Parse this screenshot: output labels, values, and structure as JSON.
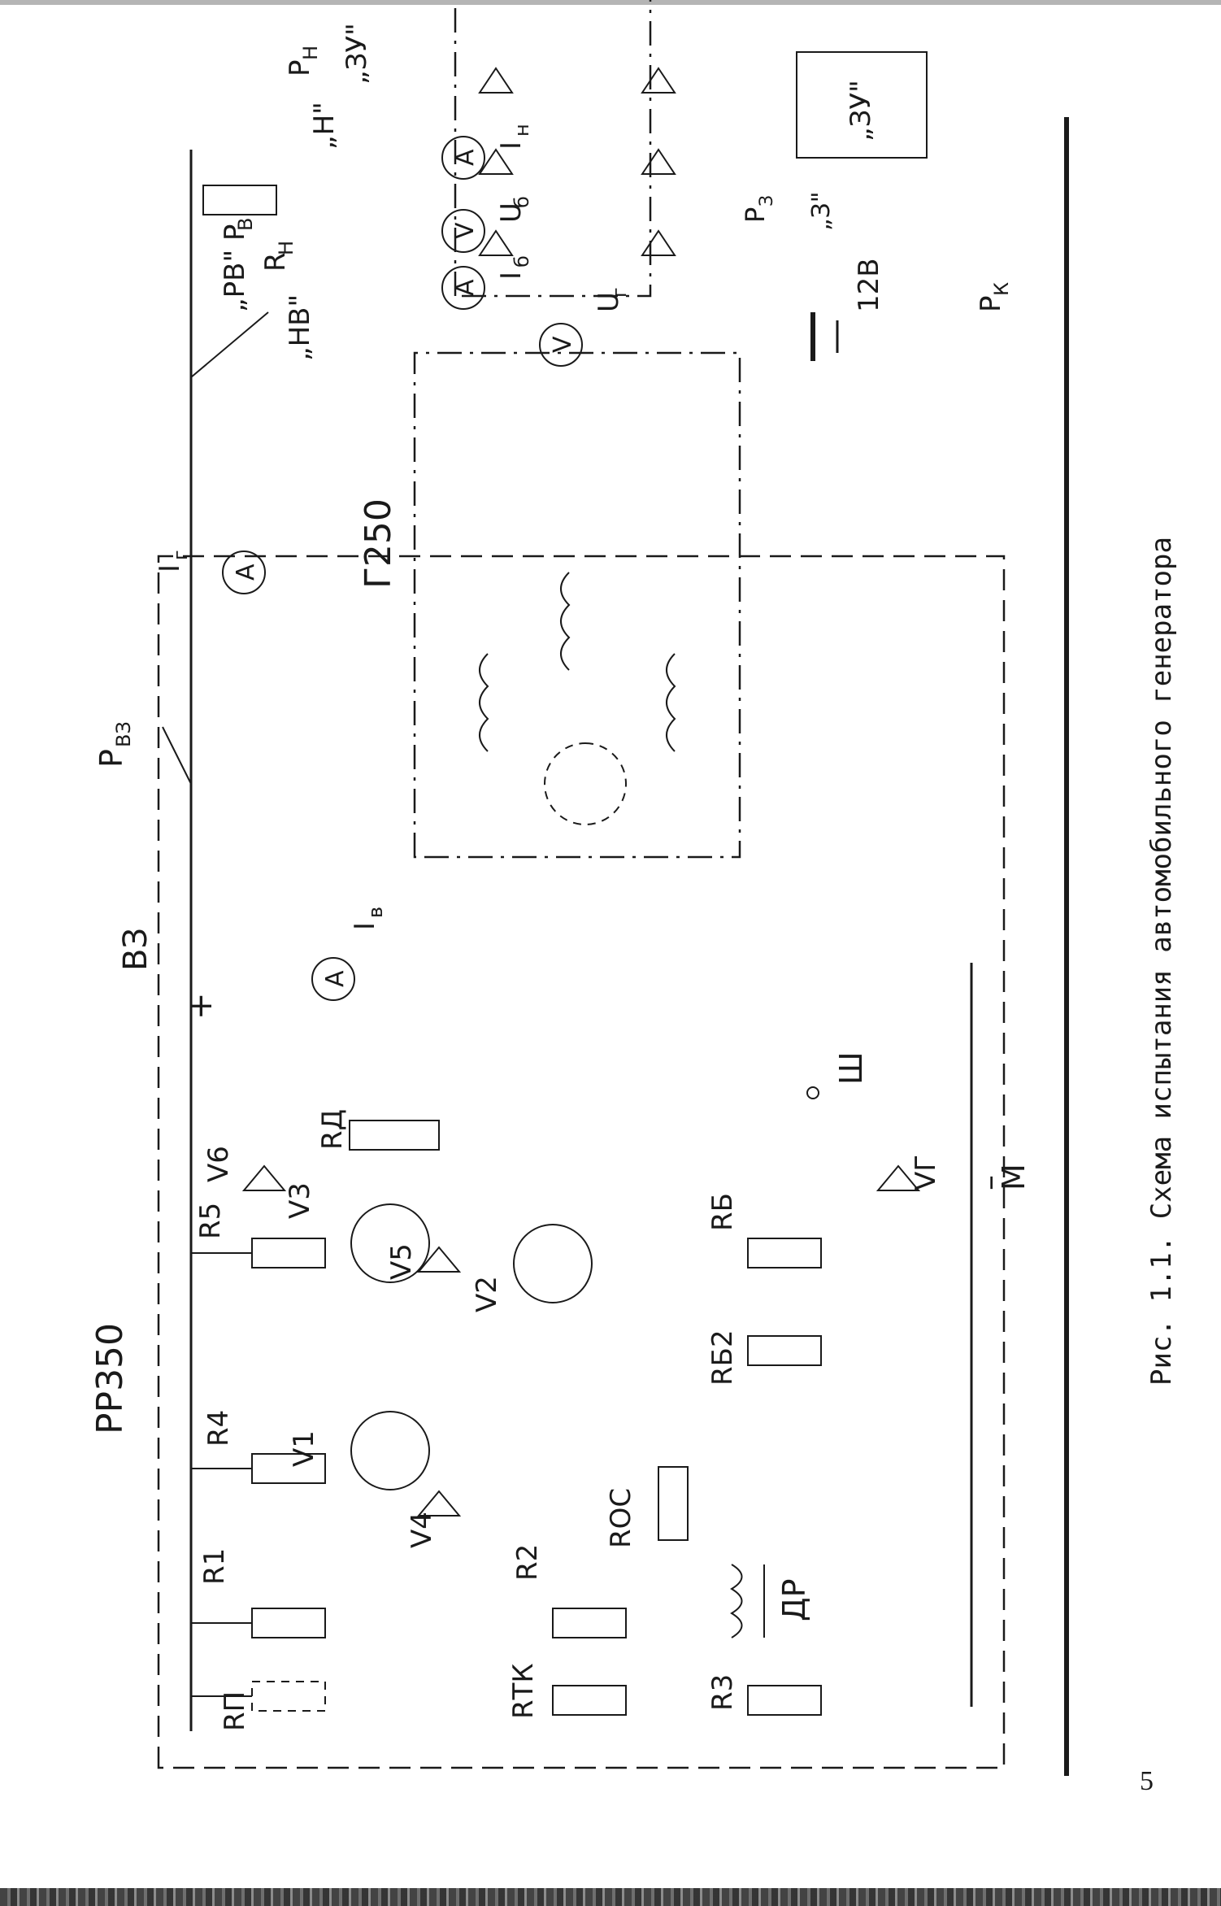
{
  "caption": "Рис. 1.1. Схема испытания автомобильного генератора",
  "page_number": "5",
  "diagram": {
    "blocks": {
      "regulator": "РР350",
      "generator": "Г250"
    },
    "terminals": {
      "vz": "ВЗ",
      "plus": "+",
      "minus": "–",
      "m": "М",
      "sh": "Ш"
    },
    "switches": {
      "p_vz": "Р",
      "p_vz_sub": "ВЗ",
      "p_v": "„РВ\" Р",
      "p_v_sub": "В",
      "nv": "„НВ\"",
      "n": "„Н\"",
      "p_n_label": "Р",
      "p_n_sub": "Н",
      "zu": "„ЗУ\"",
      "p_z": "Р",
      "p_z_sub": "З",
      "z_mark": "„З\"",
      "p_k": "Р",
      "p_k_sub": "К"
    },
    "meters": {
      "ammeter_symbol": "A",
      "voltmeter_symbol": "V",
      "i_g": "I",
      "i_g_sub": "г",
      "i_v": "I",
      "i_v_sub": "в",
      "i_b": "I",
      "i_b_sub": "б",
      "u_b": "U",
      "u_b_sub": "б",
      "u_g": "U",
      "u_g_sub": "г",
      "i_n": "I",
      "i_n_sub": "н"
    },
    "load": {
      "rn": "R",
      "rn_sub": "Н",
      "charger": "„ЗУ\""
    },
    "battery": "12В",
    "components": {
      "rp": "RП",
      "r1": "R1",
      "r4": "R4",
      "r5": "R5",
      "rd": "RД",
      "v6": "V6",
      "v1": "V1",
      "v3": "V3",
      "v5": "V5",
      "v2": "V2",
      "v4": "V4",
      "vg": "VГ",
      "rb": "RБ",
      "rb2": "RБ2",
      "roc": "RОС",
      "r2": "R2",
      "rtk": "RТК",
      "r3": "R3",
      "dr": "ДР"
    }
  }
}
